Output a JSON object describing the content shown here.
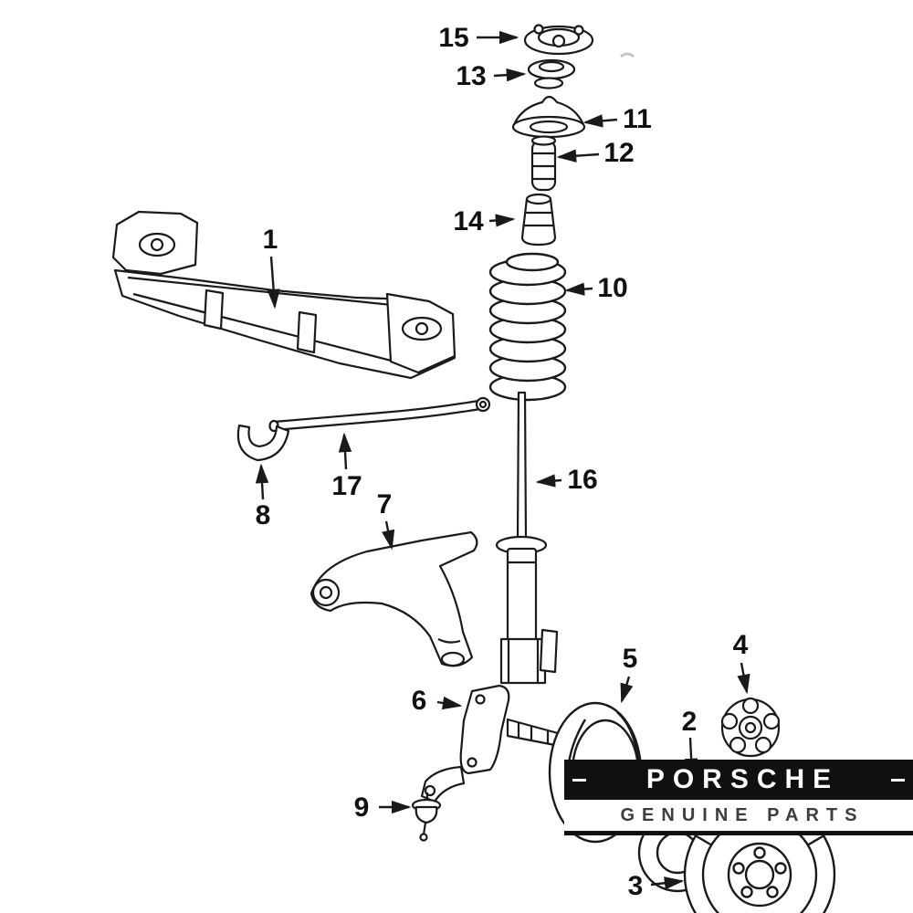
{
  "diagram": {
    "type": "exploded-parts-diagram",
    "subject": "front-suspension-and-brake-assembly",
    "callouts": [
      {
        "number": "1",
        "part": "crossmember"
      },
      {
        "number": "2",
        "part": "hub-assembly"
      },
      {
        "number": "3",
        "part": "brake-rotor"
      },
      {
        "number": "4",
        "part": "wheel-hub"
      },
      {
        "number": "5",
        "part": "splash-shield"
      },
      {
        "number": "6",
        "part": "steering-knuckle"
      },
      {
        "number": "7",
        "part": "lower-control-arm"
      },
      {
        "number": "8",
        "part": "stabilizer-bushing-bracket"
      },
      {
        "number": "9",
        "part": "ball-joint"
      },
      {
        "number": "10",
        "part": "coil-spring"
      },
      {
        "number": "11",
        "part": "upper-spring-seat"
      },
      {
        "number": "12",
        "part": "bump-stop"
      },
      {
        "number": "13",
        "part": "strut-bearing"
      },
      {
        "number": "14",
        "part": "dust-boot"
      },
      {
        "number": "15",
        "part": "strut-mount"
      },
      {
        "number": "16",
        "part": "strut"
      },
      {
        "number": "17",
        "part": "stabilizer-bar"
      }
    ],
    "colors": {
      "line": "#1a1a1a",
      "background": "#ffffff",
      "banner_black": "#101010",
      "tagline_gray": "#3d3d3d"
    }
  },
  "branding": {
    "brand": "PORSCHE",
    "tagline": "GENUINE PARTS"
  }
}
